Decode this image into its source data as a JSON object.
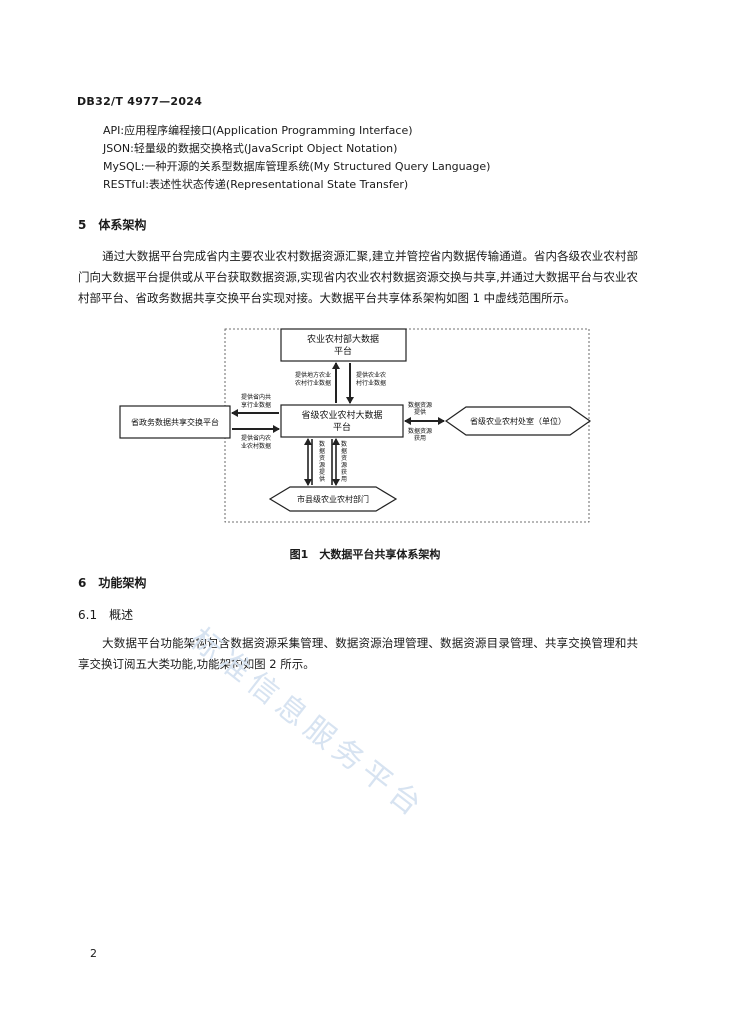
{
  "header": {
    "doc_id": "DB32/T 4977—2024"
  },
  "abbreviations": [
    "API:应用程序编程接口(Application Programming Interface)",
    "JSON:轻量级的数据交换格式(JavaScript Object Notation)",
    "MySQL:一种开源的关系型数据库管理系统(My Structured Query Language)",
    "RESTful:表述性状态传递(Representational State Transfer)"
  ],
  "section5": {
    "heading": "5　体系架构",
    "paragraph": "通过大数据平台完成省内主要农业农村数据资源汇聚,建立并管控省内数据传输通道。省内各级农业农村部门向大数据平台提供或从平台获取数据资源,实现省内农业农村数据资源交换与共享,并通过大数据平台与农业农村部平台、省政务数据共享交换平台实现对接。大数据平台共享体系架构如图 1 中虚线范围所示。"
  },
  "figure1": {
    "nodes": {
      "ministry": [
        "农业农村部大数据",
        "平台"
      ],
      "provincial": [
        "省级农业农村大数据",
        "平台"
      ],
      "gov_exchange": "省政务数据共享交换平台",
      "dept": "省级农业农村处室（单位）",
      "city": "市县级农业农村部门"
    },
    "labels": {
      "to_ministry": [
        "提供地方农业",
        "农村行业数据"
      ],
      "from_ministry": [
        "提供农业农",
        "村行业数据"
      ],
      "gov_top": [
        "提供省内共",
        "享行业数据"
      ],
      "gov_bottom": [
        "提供省内农",
        "业农村数据"
      ],
      "dept_top": [
        "数据资源",
        "提供"
      ],
      "dept_bottom": [
        "数据资源",
        "获用"
      ],
      "city_left": [
        "数",
        "据",
        "资",
        "源",
        "提",
        "供"
      ],
      "city_right": [
        "数",
        "据",
        "资",
        "源",
        "获",
        "用"
      ]
    },
    "caption": "图1　大数据平台共享体系架构"
  },
  "section6": {
    "heading": "6　功能架构",
    "sub_heading": "6.1　概述",
    "paragraph": "大数据平台功能架构包含数据资源采集管理、数据资源治理管理、数据资源目录管理、共享交换管理和共享交换订阅五大类功能,功能架构如图 2 所示。"
  },
  "watermark": "标准信息服务平台",
  "page_number": "2"
}
